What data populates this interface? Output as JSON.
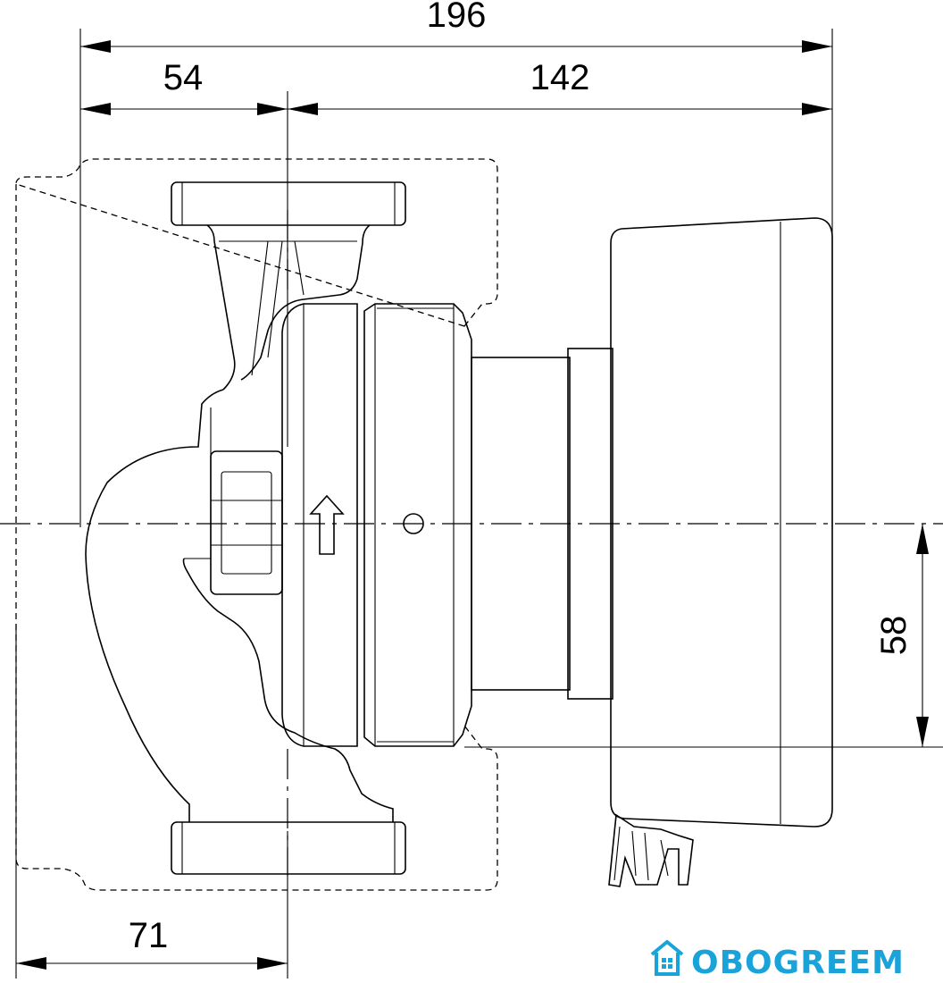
{
  "dimensions": {
    "overall_width": "196",
    "inlet_to_axis": "54",
    "axis_to_end": "142",
    "flange_offset": "71",
    "axis_height": "58"
  },
  "brand": {
    "name": "OBOGREEM",
    "color": "#1aa3d9",
    "icon": "house-icon"
  }
}
